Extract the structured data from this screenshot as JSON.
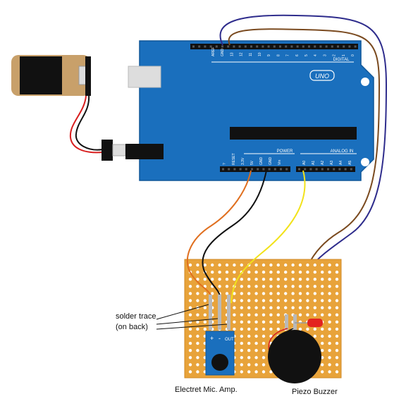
{
  "colors": {
    "board": "#1a6fbd",
    "board_edge": "#0f5799",
    "header": "#111111",
    "perfboard": "#e8a33a",
    "perfboard_hole": "#ffffff",
    "battery_body": "#111111",
    "battery_cap": "#c8a06a",
    "mic_module": "#1a6fbd",
    "wire_orange": "#e06f1f",
    "wire_black": "#111111",
    "wire_yellow": "#f2e21a",
    "wire_red": "#d81e1e",
    "wire_blue": "#2e2c8c",
    "wire_brown": "#7a4a1f",
    "led": "#e3231f",
    "trace": "#b9b9b9"
  },
  "arduino": {
    "badge": "UNO",
    "digital_label": "DIGITAL",
    "power_label": "POWER",
    "analog_label": "ANALOG IN",
    "top_pins": [
      "AREF",
      "GND",
      "13",
      "12",
      "11",
      "10",
      "9",
      "8",
      "7",
      "6",
      "5",
      "4",
      "3",
      "2",
      "1",
      "0"
    ],
    "power_pins": [
      "?",
      "RESET",
      "3.3V",
      "5V",
      "GND",
      "GND",
      "Vin"
    ],
    "analog_pins": [
      "A0",
      "A1",
      "A2",
      "A3",
      "A4",
      "A5"
    ]
  },
  "labels": {
    "solder_trace_1": "solder trace",
    "solder_trace_2": "(on back)",
    "mic_amp": "Electret Mic. Amp.",
    "piezo": "Piezo Buzzer",
    "mic_plus": "+",
    "mic_minus": "-",
    "mic_out": "OUT"
  }
}
